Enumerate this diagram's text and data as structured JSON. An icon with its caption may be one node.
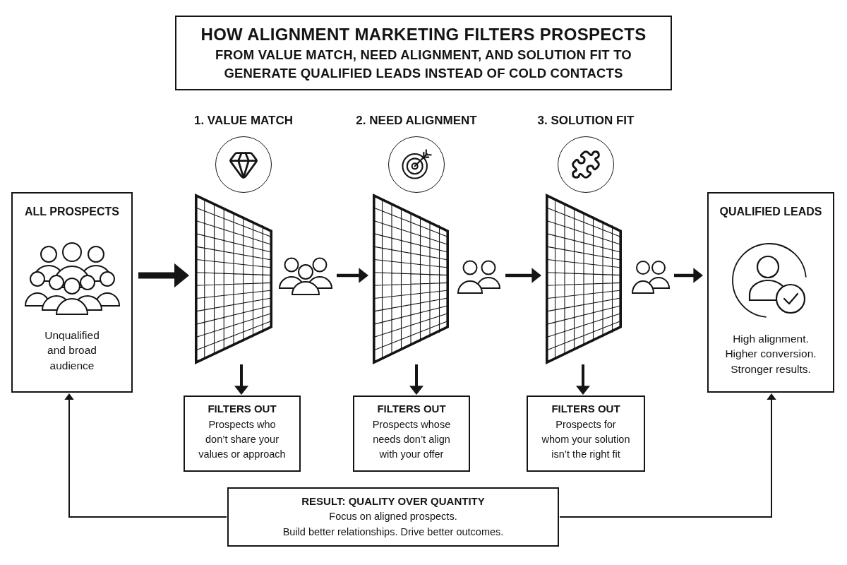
{
  "diagram": {
    "nodes": [
      {
        "text": [
          "HOW ALIGNMENT MARKETING FILTERS PROSPECTS",
          "FROM VALUE MATCH, NEED ALIGNMENT, AND SOLUTION FIT TO GENERATE QUALIFIED LEADS INSTEAD OF COLD CONTACTS"
        ]
      },
      {
        "text": [
          "ALL PROSPECTS",
          "Unqualified and broad audience"
        ]
      },
      {
        "text": [],
        "shape": "mesh"
      },
      {
        "text": [],
        "shape": "person"
      },
      {
        "text": [],
        "shape": "mesh"
      },
      {
        "text": [],
        "shape": "person"
      },
      {
        "text": [],
        "shape": "mesh"
      },
      {
        "text": [],
        "shape": "person"
      },
      {
        "text": [
          "QUALIFIED LEADS",
          "High alignment. Higher conversion. Stronger results."
        ]
      },
      {
        "text": [
          "FILTERS OUT",
          "Prospects who don’t share your values or approach"
        ]
      },
      {
        "text": [
          "FILTERS OUT",
          "Prospects whose needs don’t align with your offer"
        ]
      },
      {
        "text": [
          "FILTERS OUT",
          "Prospects for whom your solution isn’t the right fit"
        ]
      },
      {
        "text": [
          "RESULT: QUALITY OVER QUANTITY",
          "Focus on aligned prospects.",
          "Build better relationships. Drive better outcomes."
        ]
      }
    ],
    "edges": [
      {
        "from": 1,
        "to": 2,
        "arrow": "to",
        "style": "thick"
      },
      {
        "from": 3,
        "to": 4,
        "arrow": "to"
      },
      {
        "from": 5,
        "to": 6,
        "arrow": "to"
      },
      {
        "from": 7,
        "to": 8,
        "arrow": "to"
      },
      {
        "from": 2,
        "to": 9,
        "arrow": "to"
      },
      {
        "from": 4,
        "to": 10,
        "arrow": "to"
      },
      {
        "from": 6,
        "to": 11,
        "arrow": "to"
      },
      {
        "from": 12,
        "to": 1,
        "arrow": "to"
      },
      {
        "from": 12,
        "to": 8,
        "arrow": "to"
      }
    ],
    "labels": [
      "1. VALUE MATCH",
      "2. NEED ALIGNMENT",
      "3. SOLUTION FIT"
    ]
  }
}
